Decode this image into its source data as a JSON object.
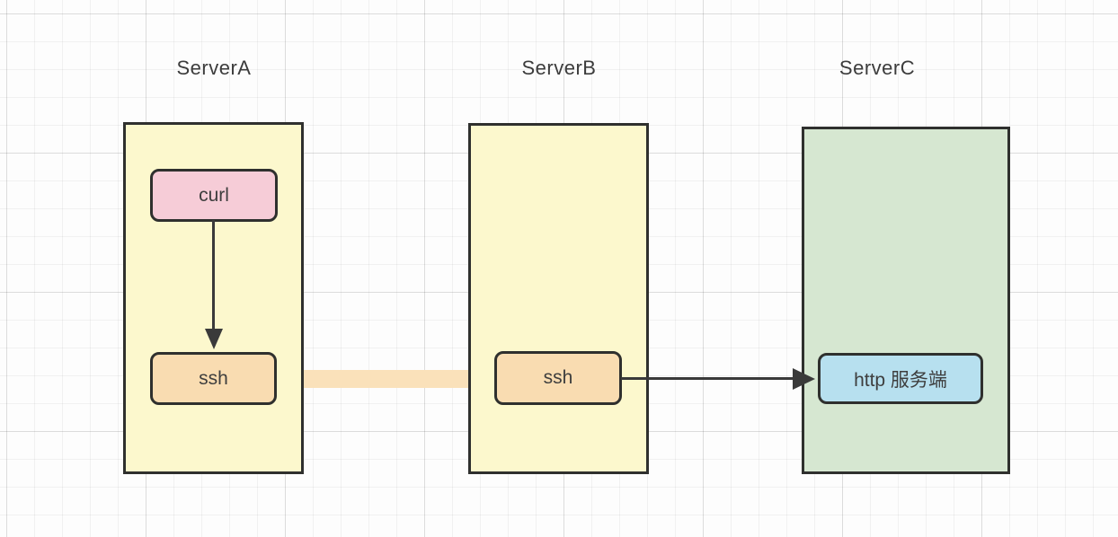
{
  "diagram": {
    "servers": [
      {
        "title": "ServerA",
        "fill": "#fcf8cd",
        "nodes": [
          {
            "label": "curl",
            "fill": "#f6ccd7"
          },
          {
            "label": "ssh",
            "fill": "#f9dcb1"
          }
        ]
      },
      {
        "title": "ServerB",
        "fill": "#fcf8cd",
        "nodes": [
          {
            "label": "ssh",
            "fill": "#f9dcb1"
          }
        ]
      },
      {
        "title": "ServerC",
        "fill": "#d6e7d1",
        "nodes": [
          {
            "label": "http 服务端",
            "fill": "#b7e0ef"
          }
        ]
      }
    ],
    "connections": [
      {
        "from": "curl (ServerA)",
        "to": "ssh (ServerA)",
        "style": "arrow-down",
        "color": "#3a3a3a"
      },
      {
        "from": "ssh (ServerA)",
        "to": "ssh (ServerB)",
        "style": "thick-band",
        "color": "#fae1ba"
      },
      {
        "from": "ssh (ServerB)",
        "to": "http 服务端 (ServerC)",
        "style": "arrow-right",
        "color": "#3a3a3a"
      }
    ],
    "colors": {
      "background": "#fdfdfd",
      "grid_minor": "#f0f0f0",
      "grid_major": "#e7e7e7",
      "shape_border": "#2f302e",
      "text": "#3c3c3c",
      "arrow": "#3a3a3a"
    }
  }
}
